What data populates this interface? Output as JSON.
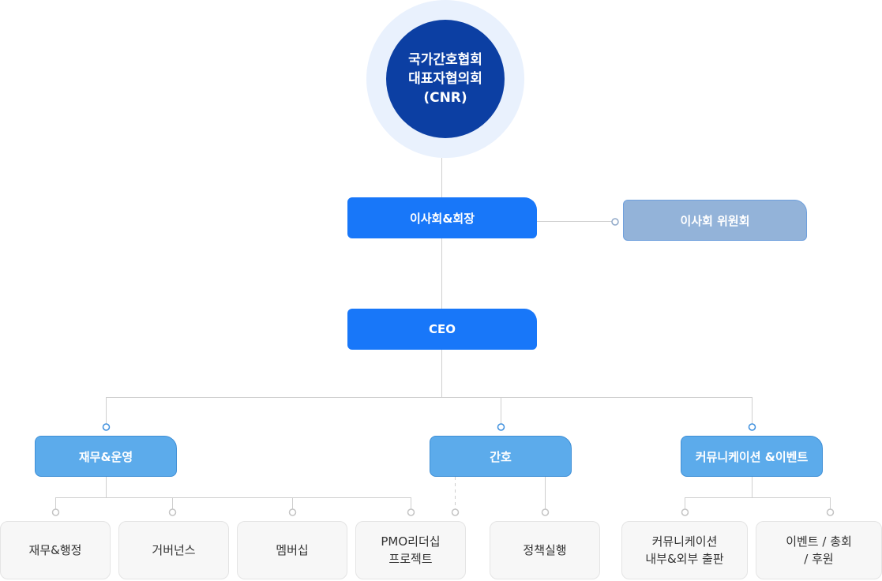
{
  "root": {
    "line1": "국가간호협회",
    "line2": "대표자협의회",
    "line3": "(CNR)"
  },
  "board": {
    "label": "이사회&회장"
  },
  "committee": {
    "label": "이사회 위원회"
  },
  "ceo": {
    "label": "CEO"
  },
  "departments": [
    {
      "label": "재무&운영"
    },
    {
      "label": "간호"
    },
    {
      "label": "커뮤니케이션 &이벤트"
    }
  ],
  "units": [
    {
      "label": "재무&행정"
    },
    {
      "label": "거버넌스"
    },
    {
      "label": "멤버십"
    },
    {
      "label": "PMO리더십\n프로젝트"
    },
    {
      "label": "정책실행"
    },
    {
      "label": "커뮤니케이션\n내부&외부 출판"
    },
    {
      "label": "이벤트 / 총회\n/ 후원"
    }
  ],
  "colors": {
    "root": "#0c3fa3",
    "halo": "#e9f1fd",
    "primary": "#1877f9",
    "committee": "#93b3d9",
    "department": "#5cabeb",
    "leaf": "#f7f7f7"
  }
}
